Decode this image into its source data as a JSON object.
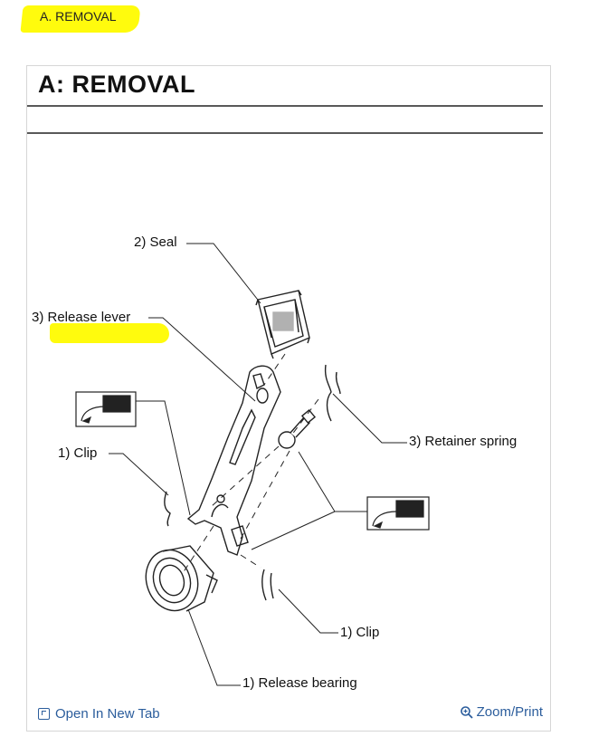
{
  "breadcrumb": {
    "title": "A. REMOVAL"
  },
  "figure": {
    "title": "A: REMOVAL",
    "labels": {
      "seal": "2) Seal",
      "release_lever": "3) Release lever",
      "clip_left": "1) Clip",
      "retainer_spring": "3) Retainer spring",
      "clip_bottom": "1) Clip",
      "release_bearing": "1) Release bearing"
    }
  },
  "footer": {
    "open_tab_label": "Open In New Tab",
    "zoom_label": "Zoom/Print"
  },
  "colors": {
    "highlight": "#fffb00",
    "link": "#2b5d9c"
  }
}
